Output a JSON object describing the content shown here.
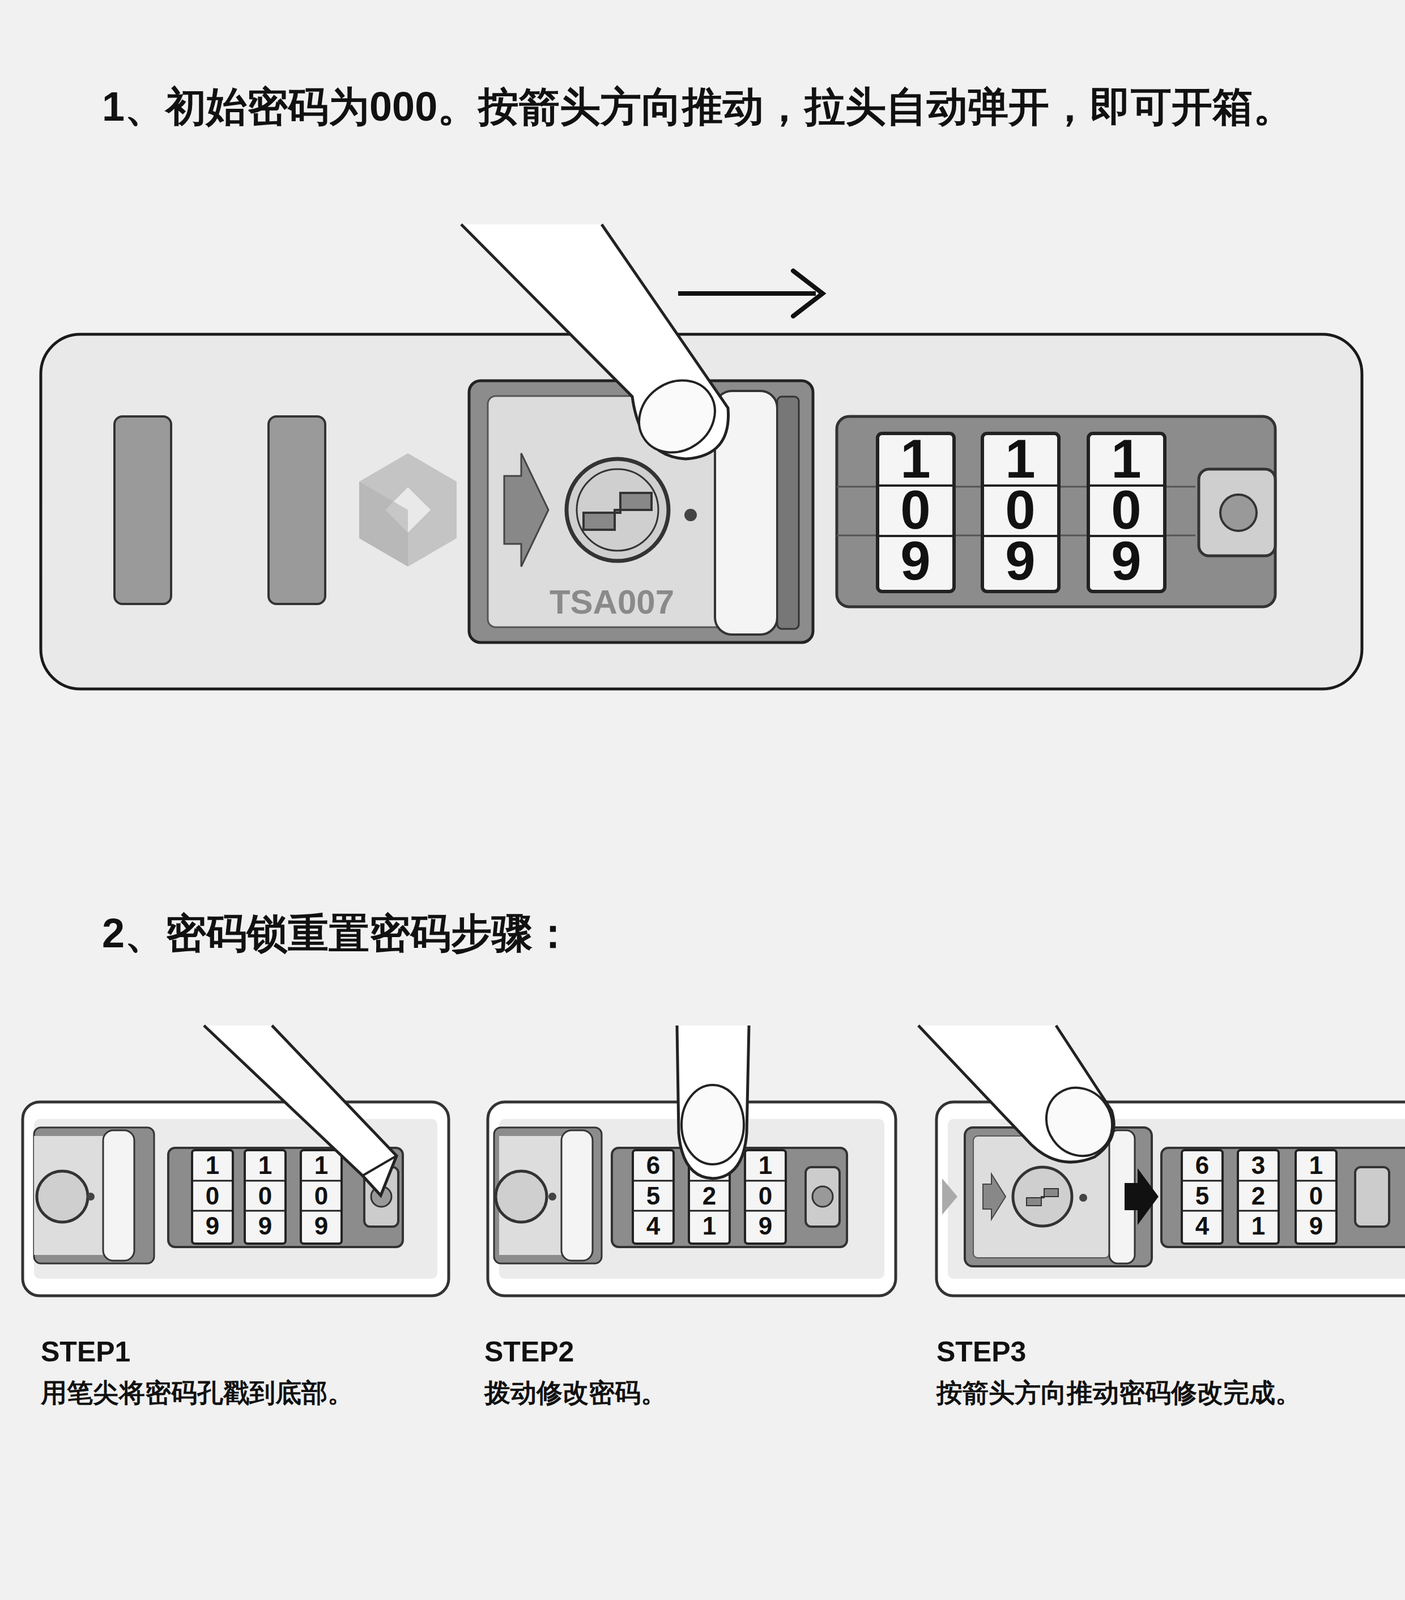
{
  "diagram": {
    "labels": [
      "1、初始密码为000。按箭头方向推动，拉头自动弹开，即可开箱。",
      "1",
      "0",
      "9",
      "1",
      "0",
      "9",
      "1",
      "0",
      "9",
      "TSA007",
      "2、密码锁重置密码步骤：",
      "1",
      "0",
      "9",
      "1",
      "0",
      "9",
      "1",
      "0",
      "9",
      "6",
      "5",
      "4",
      "2",
      "1",
      "1",
      "0",
      "9",
      "6",
      "5",
      "4",
      "3",
      "2",
      "1",
      "1",
      "0",
      "9",
      "STEP1",
      "用笔尖将密码孔戳到底部。",
      "STEP2",
      "拨动修改密码。",
      "STEP3",
      "按箭头方向推动密码修改完成。"
    ]
  }
}
